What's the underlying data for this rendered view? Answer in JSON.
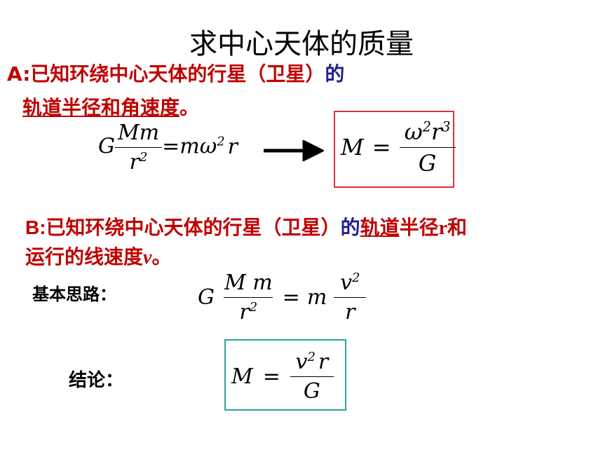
{
  "title": "求中心天体的质量",
  "section_a": {
    "label": "A",
    "colon": ":",
    "text_red": "已知环绕中心天体的行星（卫星）",
    "text_navy": "的",
    "line2_underlined": "轨道半径和角速度",
    "line2_end": "。"
  },
  "formula_a": {
    "lhs_coef": "G",
    "lhs_num": "Mm",
    "lhs_den": "r",
    "lhs_den_exp": "2",
    "eq": "=",
    "rhs": "mω",
    "rhs_exp": "2",
    "rhs_r": "r"
  },
  "result_a": {
    "M": "M",
    "eq": "=",
    "num_omega": "ω",
    "num_omega_exp": "2",
    "num_r": "r",
    "num_r_exp": "3",
    "den": "G",
    "box_color": "#e0303a"
  },
  "section_b": {
    "label": "B:",
    "text_red": "已知环绕中心天体的行星（卫星）",
    "text_navy": "的",
    "underlined": "轨道",
    "text_red2": "半径",
    "r_letter": "r",
    "and": "和",
    "line2": "运行的线速度",
    "v_letter": "v",
    "line2_end": "。"
  },
  "basic_idea": {
    "label": "基本思路：",
    "G": "G",
    "num": "M m",
    "den": "r",
    "den_exp": "2",
    "eq": "=",
    "m": "m",
    "rhs_num": "v",
    "rhs_num_exp": "2",
    "rhs_den": "r"
  },
  "conclusion": {
    "label": "结论：",
    "M": "M",
    "eq": "=",
    "num_v": "v",
    "num_v_exp": "2",
    "num_r": "r",
    "den": "G",
    "box_color": "#2aa59a"
  }
}
